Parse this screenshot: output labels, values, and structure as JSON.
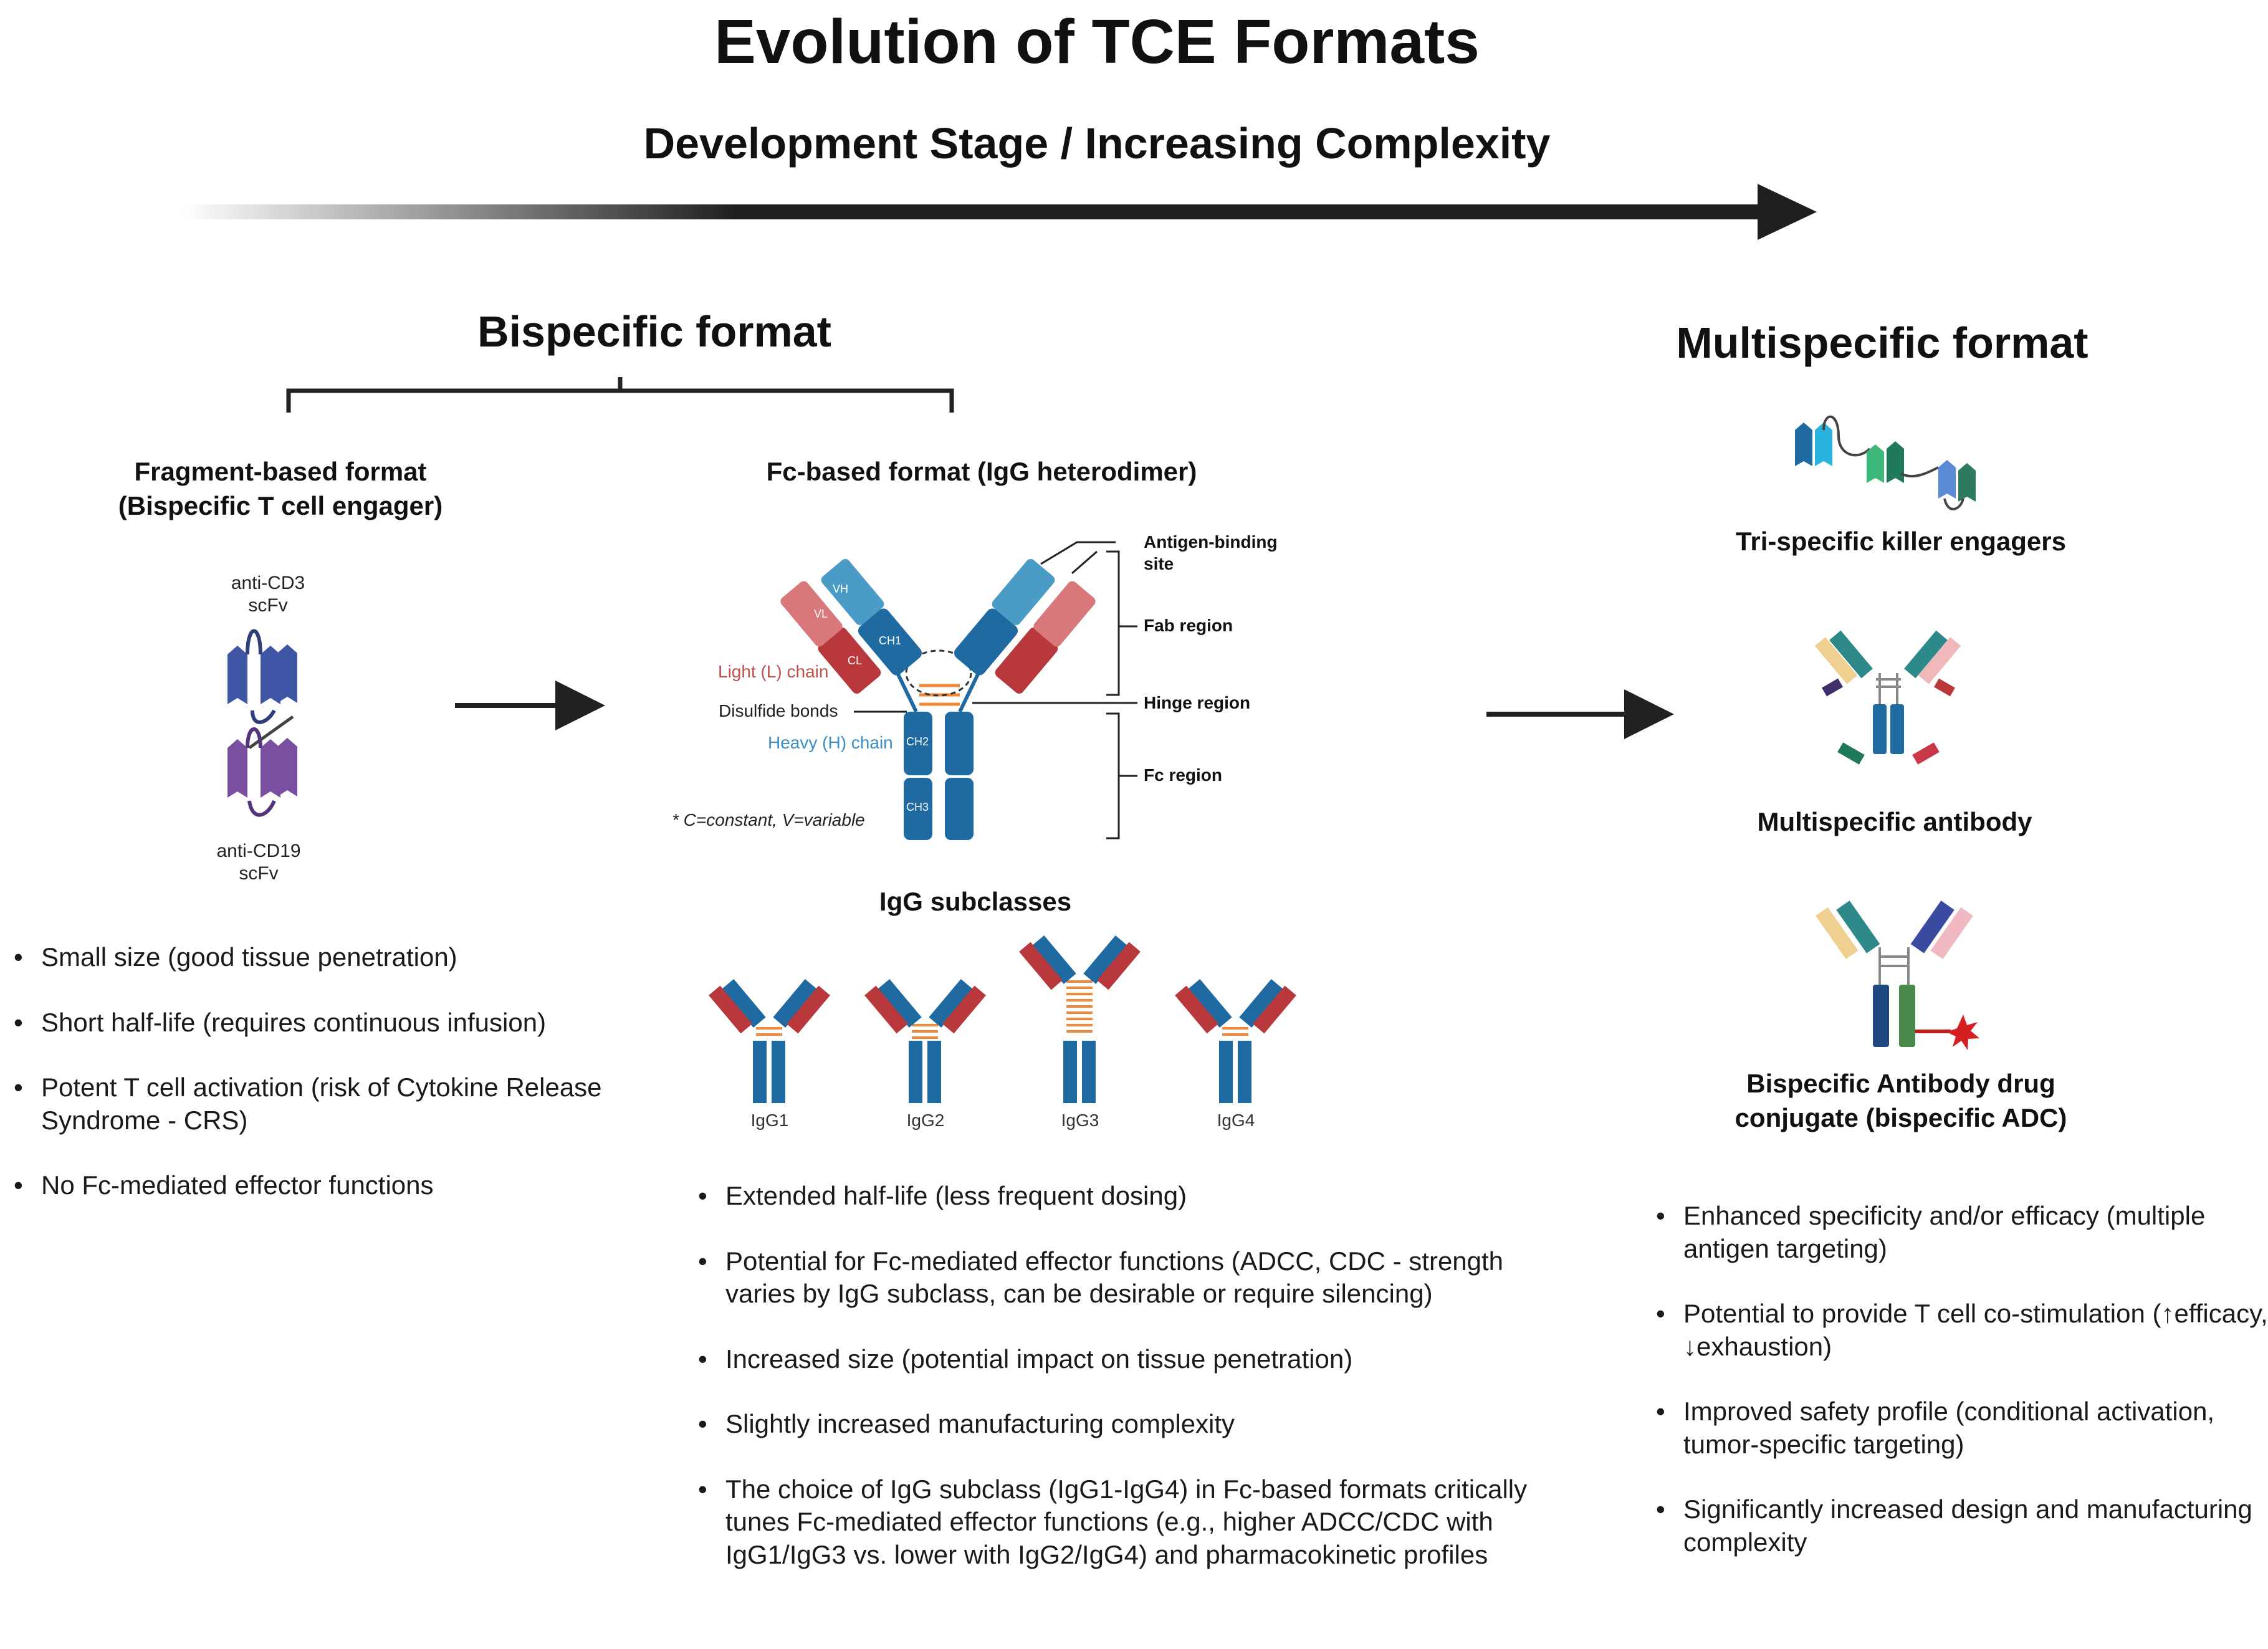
{
  "title": "Evolution of TCE Formats",
  "subtitle": "Development Stage / Increasing Complexity",
  "bispecific": {
    "heading": "Bispecific format",
    "fragment": {
      "heading_line1": "Fragment-based format",
      "heading_line2": "(Bispecific T cell engager)",
      "cd3_line1": "anti-CD3",
      "cd3_line2": "scFv",
      "cd19_line1": "anti-CD19",
      "cd19_line2": "scFv",
      "bullets": [
        "Small size (good tissue penetration)",
        "Short half-life (requires continuous infusion)",
        "Potent T cell activation (risk of Cytokine Release Syndrome - CRS)",
        "No Fc-mediated effector functions"
      ]
    },
    "fc": {
      "heading": "Fc-based format (IgG heterodimer)",
      "labels": {
        "antigen_binding_line1": "Antigen-binding",
        "antigen_binding_line2": "site",
        "fab": "Fab region",
        "hinge": "Hinge region",
        "fc_region": "Fc region",
        "light_chain": "Light (L) chain",
        "disulfide": "Disulfide bonds",
        "heavy_chain": "Heavy (H) chain",
        "footnote": "* C=constant, V=variable"
      },
      "domains": {
        "vh": "VH",
        "vl": "VL",
        "ch1": "CH1",
        "cl": "CL",
        "ch2": "CH2",
        "ch3": "CH3"
      },
      "subclasses_heading": "IgG subclasses",
      "subclasses": [
        "IgG1",
        "IgG2",
        "IgG3",
        "IgG4"
      ],
      "bullets": [
        "Extended half-life (less frequent dosing)",
        "Potential for Fc-mediated effector functions (ADCC, CDC - strength varies by IgG subclass, can be desirable or require silencing)",
        "Increased size (potential impact on tissue penetration)",
        "Slightly increased manufacturing complexity",
        "The choice of IgG subclass (IgG1-IgG4) in Fc-based formats critically tunes Fc-mediated effector functions (e.g., higher ADCC/CDC with IgG1/IgG3 vs. lower with IgG2/IgG4) and pharmacokinetic profiles"
      ]
    }
  },
  "multispecific": {
    "heading": "Multispecific format",
    "items": [
      "Tri-specific killer engagers",
      "Multispecific antibody",
      "Bispecific Antibody drug",
      "conjugate (bispecific ADC)"
    ],
    "bullets": [
      "Enhanced specificity and/or efficacy (multiple antigen targeting)",
      "Potential to provide T cell co-stimulation (↑efficacy, ↓exhaustion)",
      "Improved safety profile (conditional activation, tumor-specific targeting)",
      "Significantly increased design and manufacturing complexity"
    ]
  },
  "colors": {
    "heavy": "#1f6aa0",
    "heavy_light": "#4a9cc6",
    "light": "#b8383c",
    "light_pale": "#d9787a",
    "cd3": "#3f56a6",
    "cd19": "#7a4fa0",
    "disulfide": "#f0883a",
    "adc_star": "#d42020"
  }
}
